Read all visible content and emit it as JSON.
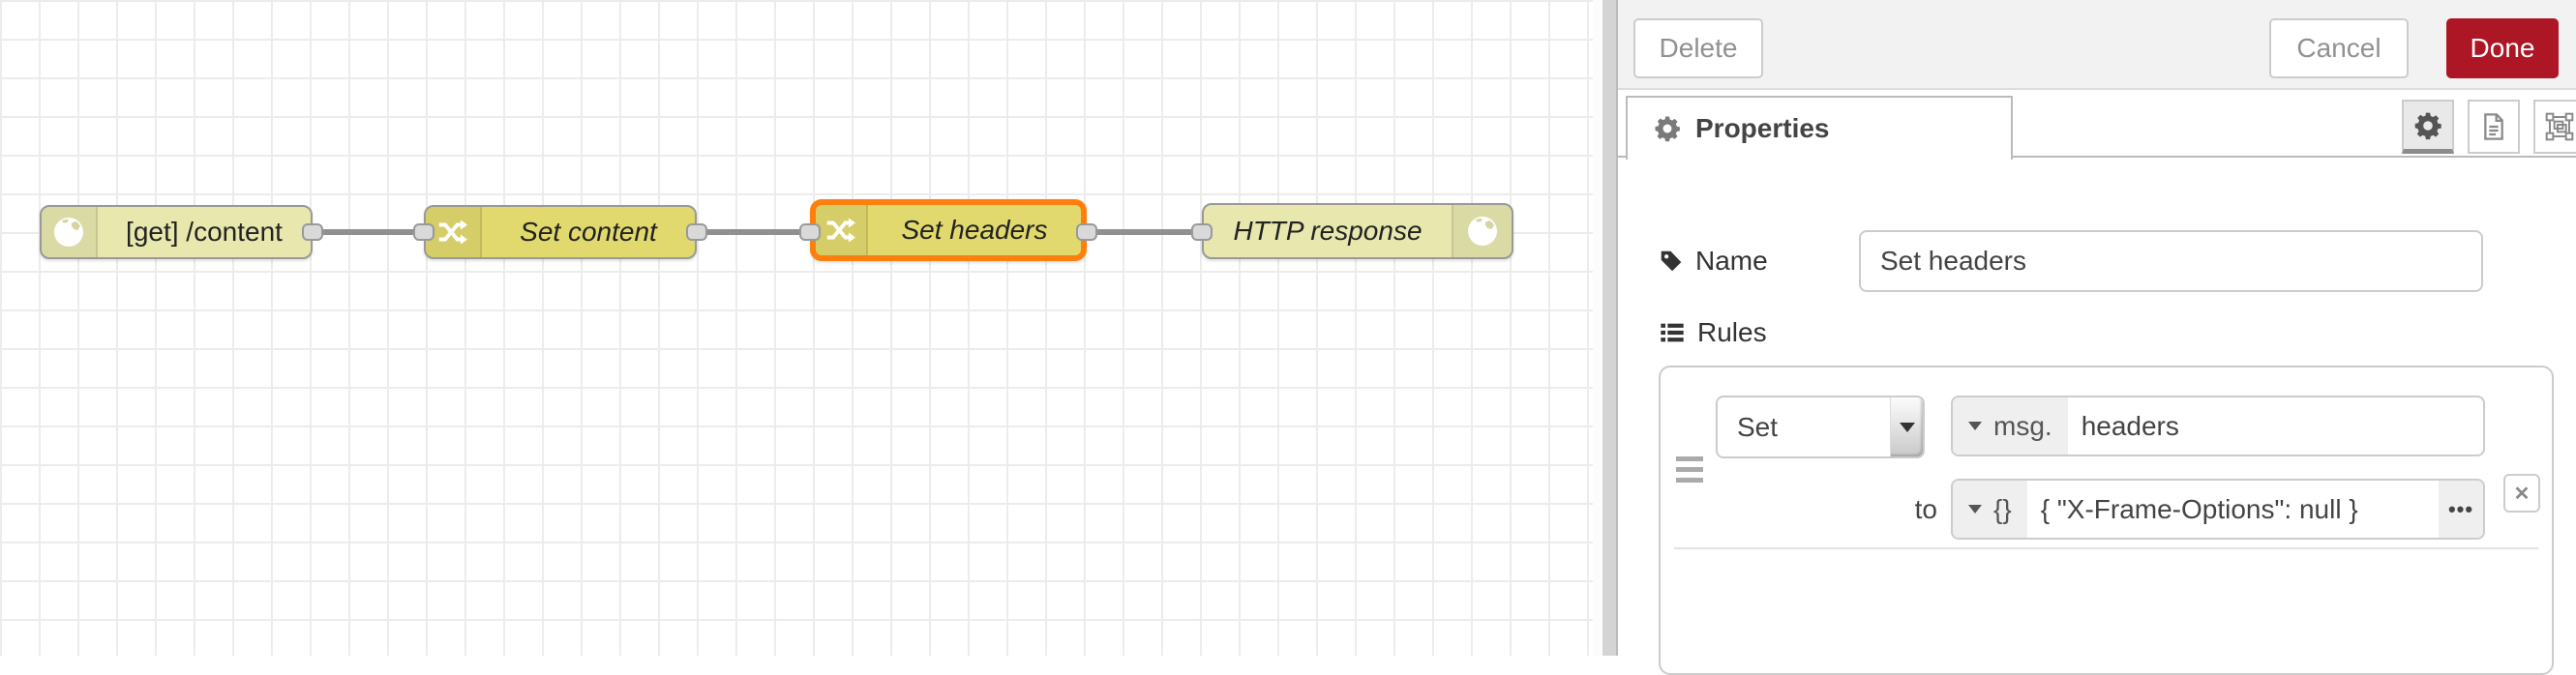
{
  "flow": {
    "nodes": [
      {
        "label": "[get] /content",
        "icon": "globe-icon",
        "type": "http in",
        "selected": false
      },
      {
        "label": "Set content",
        "icon": "shuffle-icon",
        "type": "change",
        "selected": false
      },
      {
        "label": "Set headers",
        "icon": "shuffle-icon",
        "type": "change",
        "selected": true
      },
      {
        "label": "HTTP response",
        "icon": "globe-icon",
        "type": "http response",
        "selected": false
      }
    ]
  },
  "tray": {
    "delete_label": "Delete",
    "cancel_label": "Cancel",
    "done_label": "Done",
    "tab_label": "Properties",
    "icon_buttons": [
      "gear-icon",
      "document-icon",
      "appearance-icon"
    ]
  },
  "form": {
    "name_label": "Name",
    "name_value": "Set headers",
    "rules_label": "Rules",
    "rule": {
      "action": "Set",
      "property_type": "msg.",
      "property_value": "headers",
      "to_label": "to",
      "value_type": "{}",
      "value": "{ \"X-Frame-Options\": null }"
    }
  },
  "colors": {
    "selection": "#ff7f0e",
    "done_button": "#AD1625",
    "http_node": "#e7e7ae",
    "change_node": "#e2d96e",
    "wire": "#909090"
  }
}
